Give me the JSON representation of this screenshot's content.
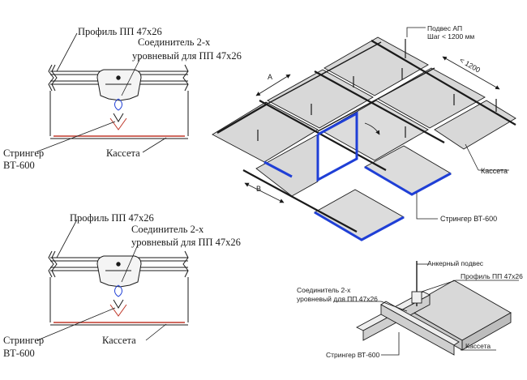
{
  "detail_top": {
    "profile": "Профиль ПП 47х26",
    "connector_line1": "Соединитель 2-х",
    "connector_line2": "уровневый для ПП 47х26",
    "stringer_line1": "Стрингер",
    "stringer_line2": "ВТ-600",
    "cassette": "Кассета"
  },
  "detail_bottom": {
    "profile": "Профиль ПП 47х26",
    "connector_line1": "Соединитель 2-х",
    "connector_line2": "уровневый для ПП 47х26",
    "stringer_line1": "Стрингер",
    "stringer_line2": "ВТ-600",
    "cassette": "Кассета"
  },
  "iso_ceiling": {
    "hanger_line1": "Подвес АП",
    "hanger_line2": "Шаг < 1200 мм",
    "spacing": "< 1200",
    "dim_a": "A",
    "dim_b": "B",
    "cassette": "Кассета",
    "stringer": "Стрингер ВТ-600"
  },
  "iso_node": {
    "anchor": "Анкерный подвес",
    "profile": "Профиль ПП 47х26",
    "connector_line1": "Соединитель 2-х",
    "connector_line2": "уровневый для ПП 47х26",
    "cassette": "Кассета",
    "stringer": "Стрингер ВТ-600"
  },
  "colors": {
    "line": "#1a1a1a",
    "accent_blue": "#1f3fd6",
    "stringer_red": "#c0392b",
    "panel_grey": "#d8d8d8"
  }
}
